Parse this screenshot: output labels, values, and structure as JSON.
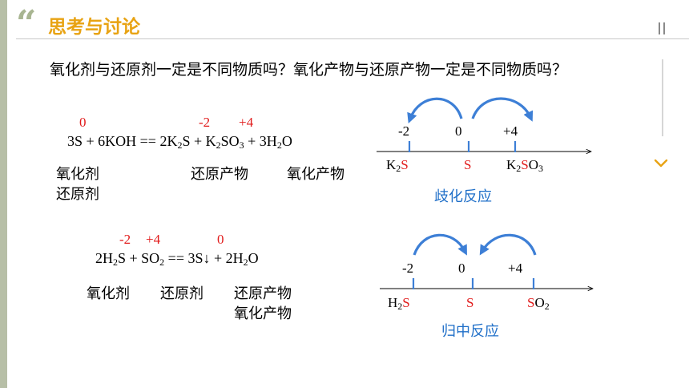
{
  "header": {
    "quote_mark": "“",
    "title": "思考与讨论"
  },
  "question": "氧化剂与还原剂一定是不同物质吗？氧化产物与还原产物一定是不同物质吗？",
  "reaction1": {
    "ox_s": "0",
    "ox_k2s": "-2",
    "ox_k2so3": "+4",
    "terms": {
      "coef_3S": "3S + 6KOH == 2K",
      "sub_2a": "2",
      "s_plus_k": "S + K",
      "sub_2b": "2",
      "so": "SO",
      "sub_3": "3",
      "plus_3h": " + 3H",
      "sub_2c": "2",
      "o": "O"
    },
    "role_oxidant": "氧化剂",
    "role_reductant": "还原剂",
    "product_reduction": "还原产物",
    "product_oxidation": "氧化产物"
  },
  "numberline1": {
    "tick_labels": [
      "-2",
      "0",
      "+4"
    ],
    "k2s": {
      "pre": "K",
      "sub": "2",
      "s": "S"
    },
    "s": "S",
    "k2so3": {
      "pre": "K",
      "sub": "2",
      "s": "S",
      "o": "O",
      "sub3": "3"
    },
    "label": "歧化反应"
  },
  "reaction2": {
    "ox_h2s": "-2",
    "ox_so2": "+4",
    "ox_s": "0",
    "terms": {
      "two_h": "2H",
      "sub_2a": "2",
      "s_plus_so": "S + SO",
      "sub_2b": "2",
      "rest": " == 3S↓ + 2H",
      "sub_2c": "2",
      "o": "O"
    },
    "role_oxidant": "氧化剂",
    "role_reductant": "还原剂",
    "product_reduction": "还原产物",
    "product_oxidation": "氧化产物"
  },
  "numberline2": {
    "tick_labels": [
      "-2",
      "0",
      "+4"
    ],
    "h2s": {
      "pre": "H",
      "sub": "2",
      "s": "S"
    },
    "s": "S",
    "so2": {
      "s": "S",
      "o": "O",
      "sub": "2"
    },
    "label": "归中反应"
  },
  "colors": {
    "title": "#e8a313",
    "oxidation_state": "#e11a1a",
    "arrow_blue": "#3d7fd6",
    "label_blue": "#1f6fc8",
    "side_bar": "#b7bfa7"
  },
  "icons": [
    "pause-icon",
    "chevron-down-icon",
    "curved-arrow-icon"
  ]
}
